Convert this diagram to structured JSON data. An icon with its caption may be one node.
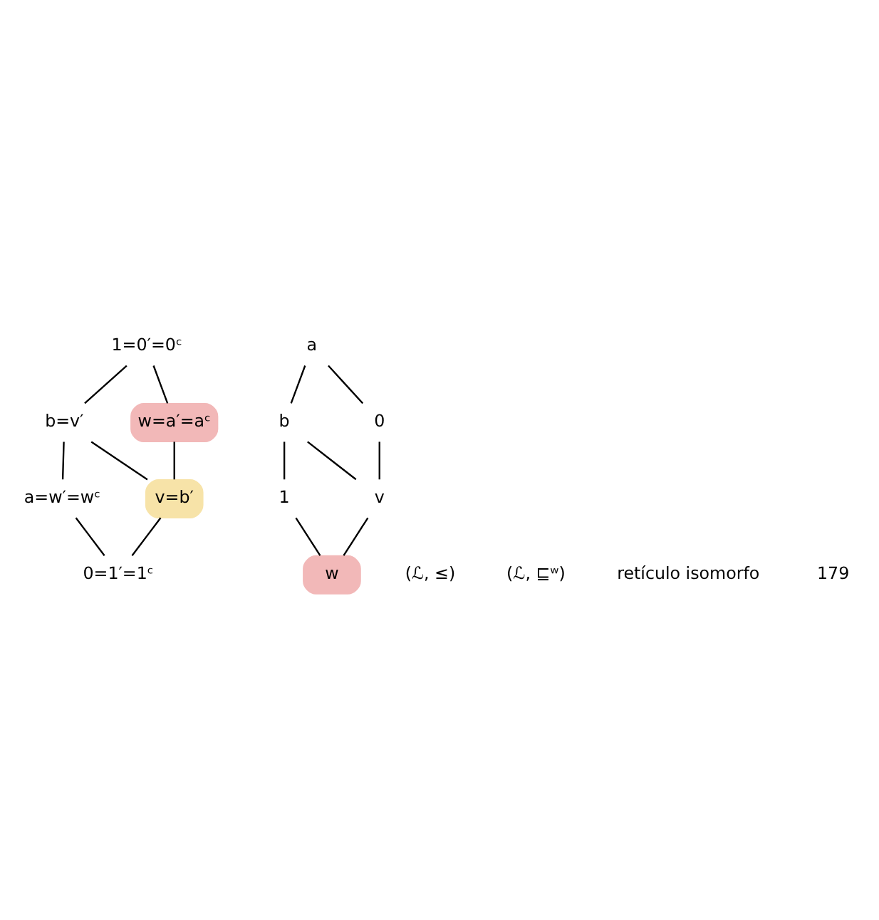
{
  "diagram": {
    "nodes": [
      {
        "text": [
          "1=0′=0ᶜ"
        ]
      },
      {
        "text": [
          "b=v′"
        ]
      },
      {
        "text": [
          "w=a′=aᶜ"
        ]
      },
      {
        "text": [
          "a=w′=wᶜ"
        ]
      },
      {
        "text": [
          "v=b′"
        ]
      },
      {
        "text": [
          "0=1′=1ᶜ"
        ]
      },
      {
        "text": [
          "a"
        ]
      },
      {
        "text": [
          "0"
        ]
      },
      {
        "text": [
          "b"
        ]
      },
      {
        "text": [
          "1"
        ]
      },
      {
        "text": [
          "v"
        ]
      },
      {
        "text": [
          "w"
        ]
      }
    ],
    "edges": [
      {
        "from": 5,
        "to": 3,
        "arrow": "none"
      },
      {
        "from": 5,
        "to": 4,
        "arrow": "none"
      },
      {
        "from": 3,
        "to": 1,
        "arrow": "none"
      },
      {
        "from": 4,
        "to": 1,
        "arrow": "none"
      },
      {
        "from": 4,
        "to": 2,
        "arrow": "none"
      },
      {
        "from": 1,
        "to": 0,
        "arrow": "none"
      },
      {
        "from": 2,
        "to": 0,
        "arrow": "none"
      },
      {
        "from": 11,
        "to": 10,
        "arrow": "none"
      },
      {
        "from": 11,
        "to": 9,
        "arrow": "none"
      },
      {
        "from": 10,
        "to": 7,
        "arrow": "none"
      },
      {
        "from": 10,
        "to": 8,
        "arrow": "none"
      },
      {
        "from": 9,
        "to": 8,
        "arrow": "none"
      },
      {
        "from": 7,
        "to": 6,
        "arrow": "none"
      },
      {
        "from": 8,
        "to": 6,
        "arrow": "none"
      }
    ],
    "labels": [
      "(ℒ, ≤)",
      "(ℒ, ⊑ʷ)",
      "retículo isomorfo",
      "179"
    ]
  }
}
